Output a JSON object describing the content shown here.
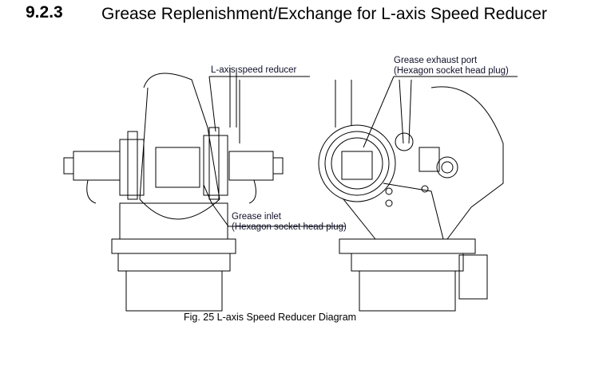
{
  "section": {
    "number": "9.2.3",
    "title": "Grease Replenishment/Exchange for L-axis Speed Reducer"
  },
  "labels": {
    "reducer": "L-axis speed reducer",
    "exhaust_line1": "Grease exhaust port",
    "exhaust_line2": "(Hexagon socket head plug)",
    "inlet_line1": "Grease inlet",
    "inlet_line2": "(Hexagon socket head plug)"
  },
  "figure": {
    "caption": "Fig. 25  L-axis Speed Reducer Diagram"
  }
}
